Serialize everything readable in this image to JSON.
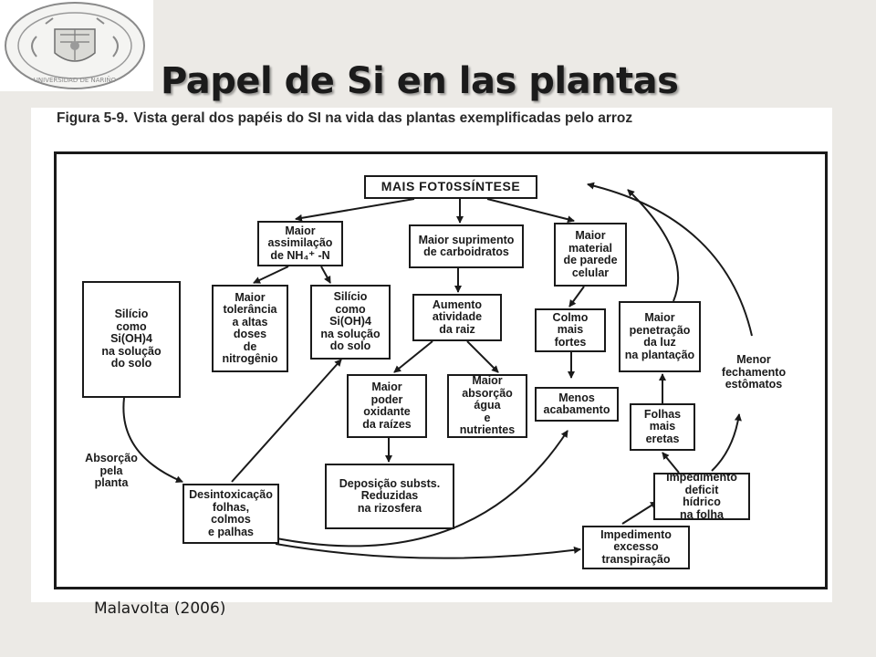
{
  "slide": {
    "title": "Papel de Si en las plantas",
    "credit": "Malavolta (2006)",
    "logo_text": "UNIVERSIDAD DE NARIÑO"
  },
  "figure": {
    "caption_label": "Figura 5-9.",
    "caption_text": "Vista geral dos papéis do SI na vida das plantas exemplificadas pelo arroz"
  },
  "nodes": {
    "mais_fotossintese": "MAIS FOT0SSÍNTESE",
    "maior_assimilacao": "Maior\nassimilação\nde NH₄⁺ -N",
    "maior_suprimento": "Maior suprimento\nde carboidratos",
    "maior_material": "Maior\nmaterial\nde parede\ncelular",
    "silicio_esq": "Silício\ncomo\nSi(OH)4\nna solução\ndo solo",
    "maior_tolerancia": "Maior\ntolerância\na altas\ndoses\nde\nnitrogênio",
    "silicio_meio": "Silício\ncomo\nSi(OH)4\nna solução\ndo solo",
    "aumento_atividade": "Aumento\natividade\nda raiz",
    "colmo_fortes": "Colmo\nmais\nfortes",
    "maior_penetracao": "Maior\npenetração\nda luz\nna plantação",
    "maior_poder": "Maior\npoder\noxidante\nda raízes",
    "maior_absorcao": "Maior\nabsorção\nágua\ne\nnutrientes",
    "menos_acabamento": "Menos\nacabamento",
    "folhas_eretas": "Folhas\nmais\neretas",
    "deposicao": "Deposição substs.\nReduzidas\nna rizosfera",
    "desintoxicacao": "Desintoxicação\nfolhas,\ncolmos\ne palhas",
    "impedimento_deficit": "Impedimento\ndeficit\nhídrico\nna folha",
    "impedimento_excesso": "Impedimento\nexcesso\ntranspiração"
  },
  "labels": {
    "absorcao": "Absorção\npela\nplanta",
    "menor_fechamento": "Menor\nfechamento\nestômatos"
  }
}
